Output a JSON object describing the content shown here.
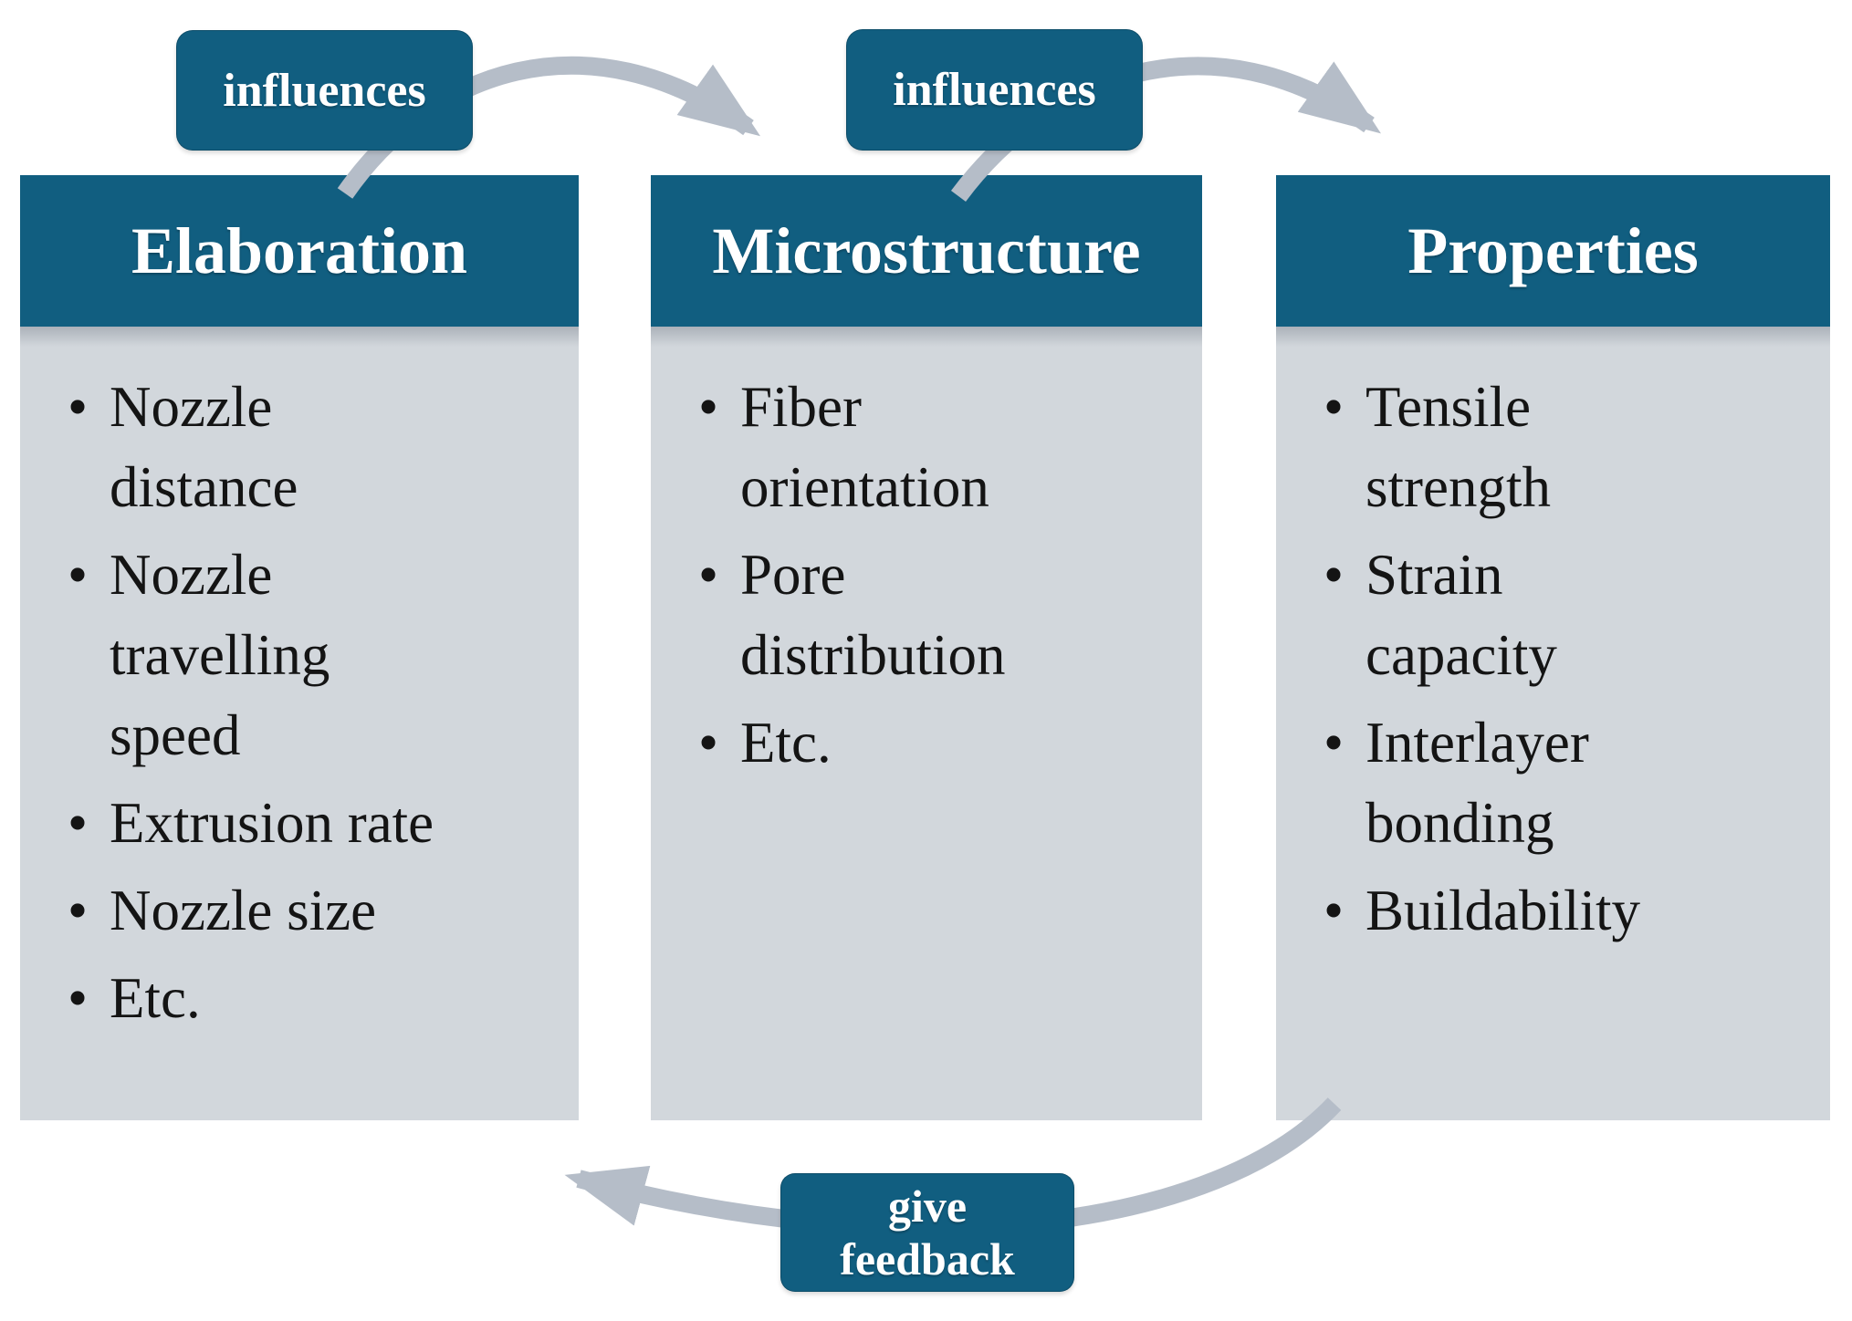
{
  "figure": {
    "columns": [
      {
        "title": "Elaboration",
        "items": [
          {
            "text": "Nozzle distance",
            "lines": [
              "Nozzle",
              "distance"
            ]
          },
          {
            "text": "Nozzle travelling speed",
            "lines": [
              "Nozzle",
              "travelling",
              "speed"
            ]
          },
          {
            "text": "Extrusion rate",
            "lines": [
              "Extrusion rate"
            ]
          },
          {
            "text": "Nozzle size",
            "lines": [
              "Nozzle size"
            ]
          },
          {
            "text": "Etc.",
            "lines": [
              "Etc."
            ]
          }
        ]
      },
      {
        "title": "Microstructure",
        "items": [
          {
            "text": "Fiber orientation",
            "lines": [
              "Fiber",
              "orientation"
            ]
          },
          {
            "text": "Pore distribution",
            "lines": [
              "Pore",
              "distribution"
            ]
          },
          {
            "text": "Etc.",
            "lines": [
              "Etc."
            ]
          }
        ]
      },
      {
        "title": "Properties",
        "items": [
          {
            "text": "Tensile strength",
            "lines": [
              "Tensile",
              "strength"
            ]
          },
          {
            "text": "Strain capacity",
            "lines": [
              "Strain",
              "capacity"
            ]
          },
          {
            "text": "Interlayer bonding",
            "lines": [
              "Interlayer",
              "bonding"
            ]
          },
          {
            "text": "Buildability",
            "lines": [
              "Buildability"
            ]
          }
        ]
      }
    ],
    "connectors": [
      {
        "label": "influences",
        "from": "Elaboration",
        "to": "Microstructure"
      },
      {
        "label": "influences",
        "from": "Microstructure",
        "to": "Properties"
      },
      {
        "label": "give feedback",
        "label_lines": [
          "give",
          "feedback"
        ],
        "from": "Properties",
        "to": "Elaboration"
      }
    ],
    "colors": {
      "header_fill": "#115e80",
      "body_fill": "#d2d7dc",
      "arrow": "#b5bdc8",
      "header_text": "#ffffff",
      "body_text": "#141414"
    }
  }
}
